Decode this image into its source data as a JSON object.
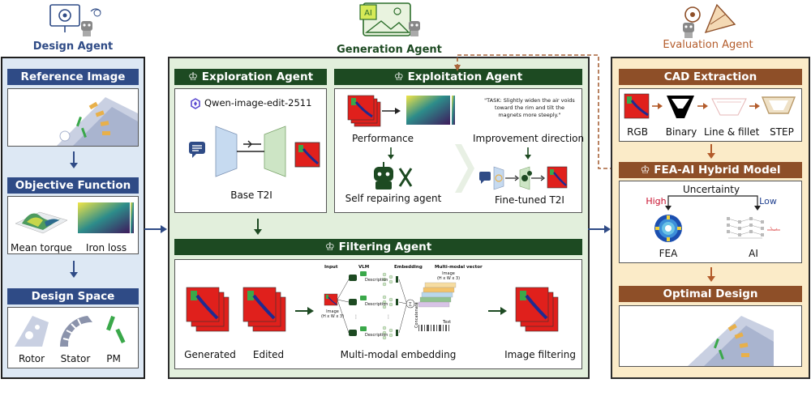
{
  "top": {
    "design_agent": "Design Agent",
    "generation_agent": "Generation Agent",
    "evaluation_agent": "Evaluation Agent"
  },
  "design": {
    "reference_image": "Reference Image",
    "objective_function": "Objective Function",
    "mean_torque": "Mean torque",
    "iron_loss": "Iron loss",
    "design_space": "Design Space",
    "rotor": "Rotor",
    "stator": "Stator",
    "pm": "PM"
  },
  "generation": {
    "exploration_agent": "Exploration Agent",
    "model_name": "Qwen-image-edit-2511",
    "base_t2i": "Base T2I",
    "exploitation_agent": "Exploitation Agent",
    "performance": "Performance",
    "self_repairing": "Self repairing agent",
    "improvement_direction": "Improvement direction",
    "task_text": "\"TASK: Slightly widen the air voids toward the rim and tilt the magnets more steeply.\"",
    "fine_tuned": "Fine-tuned T2I",
    "filtering_agent": "Filtering Agent",
    "generated": "Generated",
    "edited": "Edited",
    "multimodal_embedding": "Multi-modal embedding",
    "image_filtering": "Image filtering",
    "input": "Input",
    "vlm": "VLM",
    "embedding": "Embedding",
    "mm_vector": "Multi-modal vector",
    "image_hw": "Image\n(H x W x 3)",
    "image_hw2": "Image\n(H x W x 3)",
    "description": "Description",
    "text": "Text",
    "image_vec": "Image\n(H x W x 3)",
    "concatenate": "Concatenate"
  },
  "evaluation": {
    "cad_extraction": "CAD Extraction",
    "rgb": "RGB",
    "binary": "Binary",
    "line_fillet": "Line & fillet",
    "step": "STEP",
    "fea_ai": "FEA-AI Hybrid Model",
    "uncertainty": "Uncertainty",
    "high": "High",
    "low": "Low",
    "fea": "FEA",
    "ai": "AI",
    "optimal_design": "Optimal Design"
  },
  "colors": {
    "design_bg": "#dde8f4",
    "gen_bg": "#e2efdc",
    "eval_bg": "#fbebc8",
    "design_hdr": "#2f4b86",
    "gen_hdr": "#1d4a22",
    "eval_hdr": "#8e4f28",
    "high": "#c8102e",
    "low": "#1f3f8f"
  },
  "icons": [
    "robot-icon",
    "ai-image-icon",
    "gear-icon",
    "chat-icon",
    "wrench-icon",
    "lightbulb-icon",
    "qwen-logo-icon"
  ]
}
